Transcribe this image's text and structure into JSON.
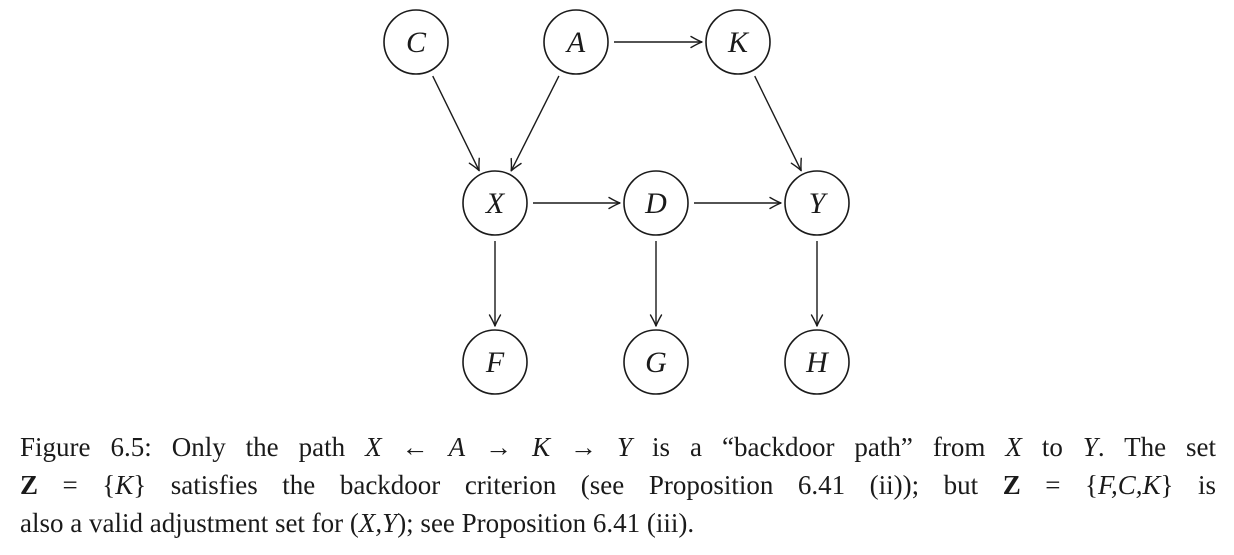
{
  "nodes": [
    {
      "id": "C",
      "label": "C"
    },
    {
      "id": "A",
      "label": "A"
    },
    {
      "id": "K",
      "label": "K"
    },
    {
      "id": "X",
      "label": "X"
    },
    {
      "id": "D",
      "label": "D"
    },
    {
      "id": "Y",
      "label": "Y"
    },
    {
      "id": "F",
      "label": "F"
    },
    {
      "id": "G",
      "label": "G"
    },
    {
      "id": "H",
      "label": "H"
    }
  ],
  "edges": [
    {
      "from": "A",
      "to": "K"
    },
    {
      "from": "C",
      "to": "X"
    },
    {
      "from": "A",
      "to": "X"
    },
    {
      "from": "K",
      "to": "Y"
    },
    {
      "from": "X",
      "to": "D"
    },
    {
      "from": "D",
      "to": "Y"
    },
    {
      "from": "X",
      "to": "F"
    },
    {
      "from": "D",
      "to": "G"
    },
    {
      "from": "Y",
      "to": "H"
    }
  ],
  "caption": {
    "line1": {
      "prefix": "Figure 6.5: Only the path ",
      "X1": "X",
      "arrow_left": " ← ",
      "A": "A",
      "arrow_r1": " → ",
      "K": "K",
      "arrow_r2": " → ",
      "Y1": "Y",
      "mid": " is a “backdoor path” from ",
      "X2": "X",
      "to": " to ",
      "Y2": "Y",
      "end": ". The set"
    },
    "line2": {
      "Z1": "Z",
      "eq1": " = {",
      "K": "K",
      "close1": "} satisfies the backdoor criterion (see Proposition 6.41 (ii)); but ",
      "Z2": "Z",
      "eq2": " = {",
      "set": "F,C,K",
      "close2": "} is"
    },
    "line3": {
      "prefix": "also a valid adjustment set for (",
      "pair": "X,Y",
      "suffix": "); see Proposition 6.41 (iii)."
    }
  }
}
